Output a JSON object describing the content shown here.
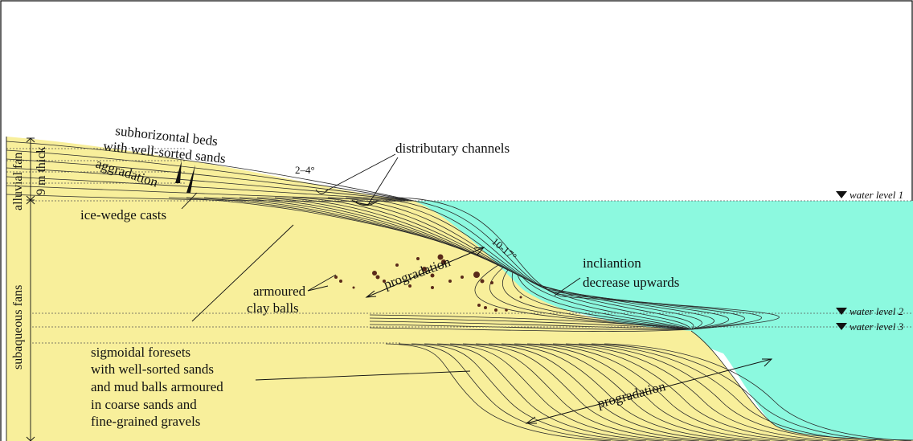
{
  "colors": {
    "water": "#8cf9df",
    "sediment": "#f8ef9b",
    "line": "#2a2a2a",
    "clay_ball": "#5a2a1a"
  },
  "side_labels": {
    "alluvial_fan": "alluvial fan",
    "thickness": "9 m thick",
    "subaqueous_fans": "subaqueous fans"
  },
  "labels": {
    "subhorizontal_line1": "subhorizontal beds",
    "subhorizontal_line2": "with well-sorted sands",
    "aggradation": "aggradation",
    "angle_low": "2–4°",
    "distributary_channels": "distributary channels",
    "ice_wedge_casts": "ice-wedge casts",
    "angle_high": "10-17°",
    "progradation_upper": "progradation",
    "inclination_line1": "incliantion",
    "inclination_line2": "decrease upwards",
    "armoured_line1": "armoured",
    "armoured_line2": "clay balls",
    "sigmoidal_line1": "sigmoidal foresets",
    "sigmoidal_line2": "with well-sorted sands",
    "sigmoidal_line3": "and mud balls armoured",
    "sigmoidal_line4": "in coarse sands and",
    "sigmoidal_line5": "fine-grained gravels",
    "progradation_lower": "progradation"
  },
  "water_levels": [
    "water level 3",
    "water level 2",
    "water level 1"
  ]
}
